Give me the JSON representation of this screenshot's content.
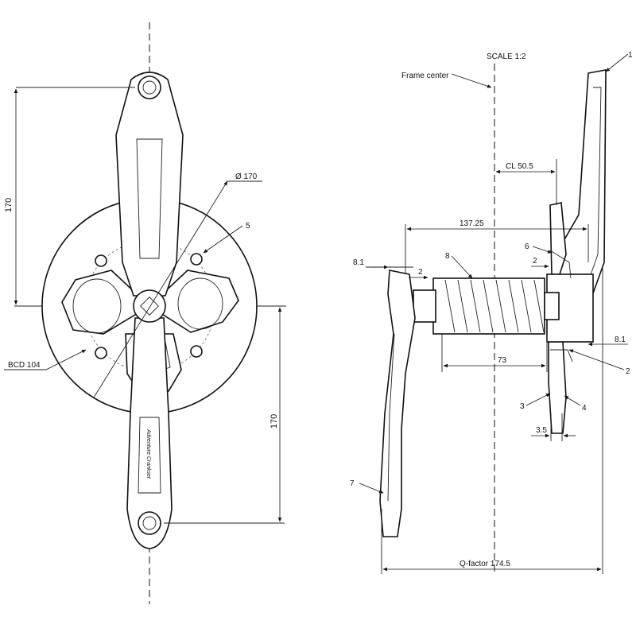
{
  "scale_label": "SCALE  1:2",
  "frame_center_label": "Frame center",
  "front_view": {
    "crank_length_top": "170",
    "crank_length_bottom": "170",
    "ring_diameter": "Ø 170",
    "bcd": "BCD 104",
    "callout_5": "5",
    "logo_text": "Adventure Crankset"
  },
  "side_view": {
    "chainline": "CL 50.5",
    "width_137": "137.25",
    "offset_8_1_left": "8.1",
    "offset_2_left": "2",
    "offset_2_right": "2",
    "offset_8_1_right": "8.1",
    "spindle_length": "73",
    "ring_thickness": "3.5",
    "q_factor": "Q-factor 174.5",
    "callouts": [
      "1",
      "2",
      "3",
      "4",
      "6",
      "7",
      "8"
    ]
  }
}
